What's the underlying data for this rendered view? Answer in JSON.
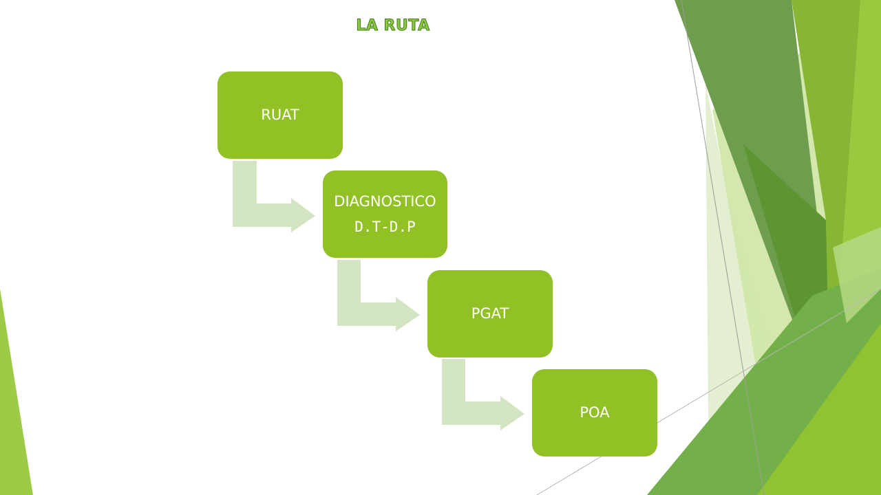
{
  "title": "LA RUTA",
  "steps": [
    {
      "label": "RUAT"
    },
    {
      "label": "DIAGNOSTICO",
      "label_line2": "D.T-D.P"
    },
    {
      "label": "PGAT"
    },
    {
      "label": "POA"
    }
  ],
  "colors": {
    "box": "#92c125",
    "box_text": "#ffffff",
    "arrow": "#d2e4c1",
    "title_fill": "#8dc63f",
    "title_outline": "#3e7d1c"
  }
}
